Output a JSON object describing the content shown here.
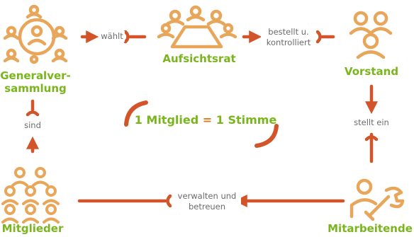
{
  "colors": {
    "accent_green": "#7ab51d",
    "accent_orange": "#e8a65a",
    "arrow_red": "#d4542a",
    "text_gray": "#6b6b6b"
  },
  "nodes": {
    "generalversammlung": {
      "label_line1": "Generalver-",
      "label_line2": "sammlung",
      "icon": "assembly-icon"
    },
    "aufsichtsrat": {
      "label": "Aufsichtsrat",
      "icon": "board-table-icon"
    },
    "vorstand": {
      "label": "Vorstand",
      "icon": "executive-group-icon"
    },
    "mitarbeitende": {
      "label": "Mitarbeitende",
      "icon": "worker-wrench-icon"
    },
    "mitglieder": {
      "label": "Mitglieder",
      "icon": "member-group-icon"
    }
  },
  "edges": {
    "waehlt": "wählt",
    "bestellt_line1": "bestellt u.",
    "bestellt_line2": "kontrolliert",
    "stellt_ein": "stellt ein",
    "verwalten_line1": "verwalten und",
    "verwalten_line2": "betreuen",
    "sind": "sind"
  },
  "motto": {
    "left": "1 Mitglied",
    "eq": "=",
    "right": "1 Stimme"
  }
}
